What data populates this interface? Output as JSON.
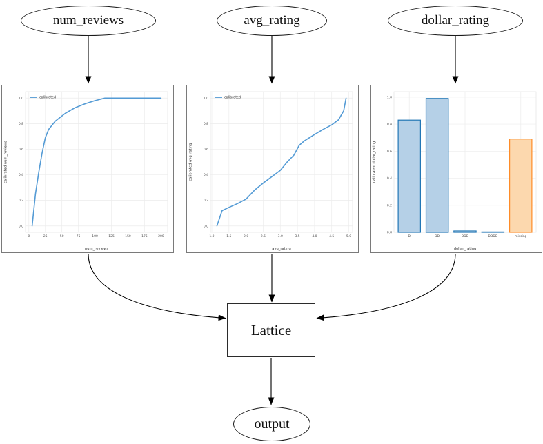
{
  "nodes": {
    "num_reviews": "num_reviews",
    "avg_rating": "avg_rating",
    "dollar_rating": "dollar_rating",
    "lattice": "Lattice",
    "output": "output"
  },
  "colors": {
    "edge": "#000000",
    "node_border": "#1a1a1a",
    "panel_border": "#7a7a7a",
    "line_blue": "#549bd5",
    "bar_blue_fill": "#b5d0e7",
    "bar_blue_edge": "#2176b5",
    "bar_orange_fill": "#fcd8ae",
    "bar_orange_edge": "#fe8c28",
    "grid": "#ececec",
    "tick_text": "#4a4a4a"
  },
  "chart_data": [
    {
      "type": "line",
      "title": "",
      "xlabel": "num_reviews",
      "ylabel": "calibrated num_reviews",
      "grid": true,
      "legend_position": "upper left",
      "xlim": [
        -5,
        210
      ],
      "ylim": [
        -0.05,
        1.05
      ],
      "xticks": [
        0,
        25,
        50,
        75,
        100,
        125,
        150,
        175,
        200
      ],
      "xtick_labels": [
        "0",
        "25",
        "50",
        "75",
        "100",
        "125",
        "150",
        "175",
        "200"
      ],
      "yticks": [
        0.0,
        0.2,
        0.4,
        0.6,
        0.8,
        1.0
      ],
      "ytick_labels": [
        "0.0",
        "0.2",
        "0.4",
        "0.6",
        "0.8",
        "1.0"
      ],
      "series": [
        {
          "name": "calibrated",
          "color": "#549bd5",
          "x": [
            5,
            10,
            15,
            20,
            25,
            30,
            40,
            55,
            70,
            85,
            100,
            115,
            200
          ],
          "y": [
            0.0,
            0.25,
            0.42,
            0.57,
            0.69,
            0.755,
            0.82,
            0.88,
            0.925,
            0.955,
            0.98,
            1.0,
            1.0
          ]
        }
      ]
    },
    {
      "type": "line",
      "title": "",
      "xlabel": "avg_rating",
      "ylabel": "calibrated avg_rating",
      "grid": true,
      "legend_position": "upper left",
      "xlim": [
        0.96,
        5.11
      ],
      "ylim": [
        -0.05,
        1.05
      ],
      "xticks": [
        1.0,
        1.5,
        2.0,
        2.5,
        3.0,
        3.5,
        4.0,
        4.5,
        5.0
      ],
      "xtick_labels": [
        "1.0",
        "1.5",
        "2.0",
        "2.5",
        "3.0",
        "3.5",
        "4.0",
        "4.5",
        "5.0"
      ],
      "yticks": [
        0.0,
        0.2,
        0.4,
        0.6,
        0.8,
        1.0
      ],
      "ytick_labels": [
        "0.0",
        "0.2",
        "0.4",
        "0.6",
        "0.8",
        "1.0"
      ],
      "series": [
        {
          "name": "calibrated",
          "color": "#549bd5",
          "x": [
            1.15,
            1.3,
            1.5,
            1.75,
            2.0,
            2.25,
            2.5,
            2.75,
            3.0,
            3.2,
            3.4,
            3.55,
            3.7,
            4.0,
            4.25,
            4.5,
            4.7,
            4.85,
            4.92
          ],
          "y": [
            0.0,
            0.12,
            0.145,
            0.175,
            0.21,
            0.28,
            0.335,
            0.385,
            0.435,
            0.5,
            0.555,
            0.63,
            0.665,
            0.715,
            0.755,
            0.79,
            0.83,
            0.9,
            1.0
          ]
        }
      ]
    },
    {
      "type": "bar",
      "title": "",
      "xlabel": "dollar_rating",
      "ylabel": "calibrated dollar_rating",
      "grid": true,
      "categories": [
        "D",
        "DD",
        "DDD",
        "DDDD",
        "missing"
      ],
      "values": [
        0.83,
        0.99,
        0.01,
        0.003,
        0.69
      ],
      "bar_fill": [
        "#b5d0e7",
        "#b5d0e7",
        "#b5d0e7",
        "#b5d0e7",
        "#fcd8ae"
      ],
      "bar_edge": [
        "#2176b5",
        "#2176b5",
        "#2176b5",
        "#2176b5",
        "#fe8c28"
      ],
      "xlim": [
        -0.55,
        4.55
      ],
      "ylim": [
        0,
        1.04
      ],
      "yticks": [
        0.0,
        0.2,
        0.4,
        0.6,
        0.8,
        1.0
      ],
      "ytick_labels": [
        "0.0",
        "0.2",
        "0.4",
        "0.6",
        "0.8",
        "1.0"
      ]
    }
  ]
}
